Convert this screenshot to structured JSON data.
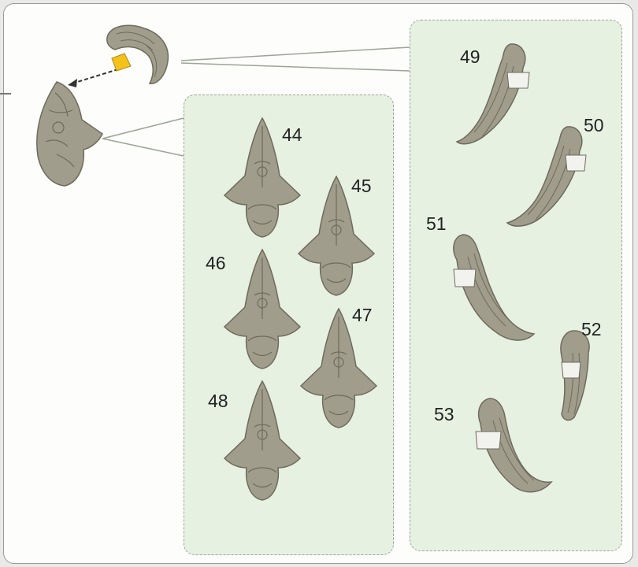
{
  "colors": {
    "panel_fill": "#e6f1e2",
    "part_fill": "#a19d8c",
    "part_shade": "#6f6b5c",
    "accent": "#f4c21a"
  },
  "mask_parts": [
    "44",
    "45",
    "46",
    "47",
    "48"
  ],
  "hair_parts": [
    "49",
    "50",
    "51",
    "52",
    "53"
  ]
}
